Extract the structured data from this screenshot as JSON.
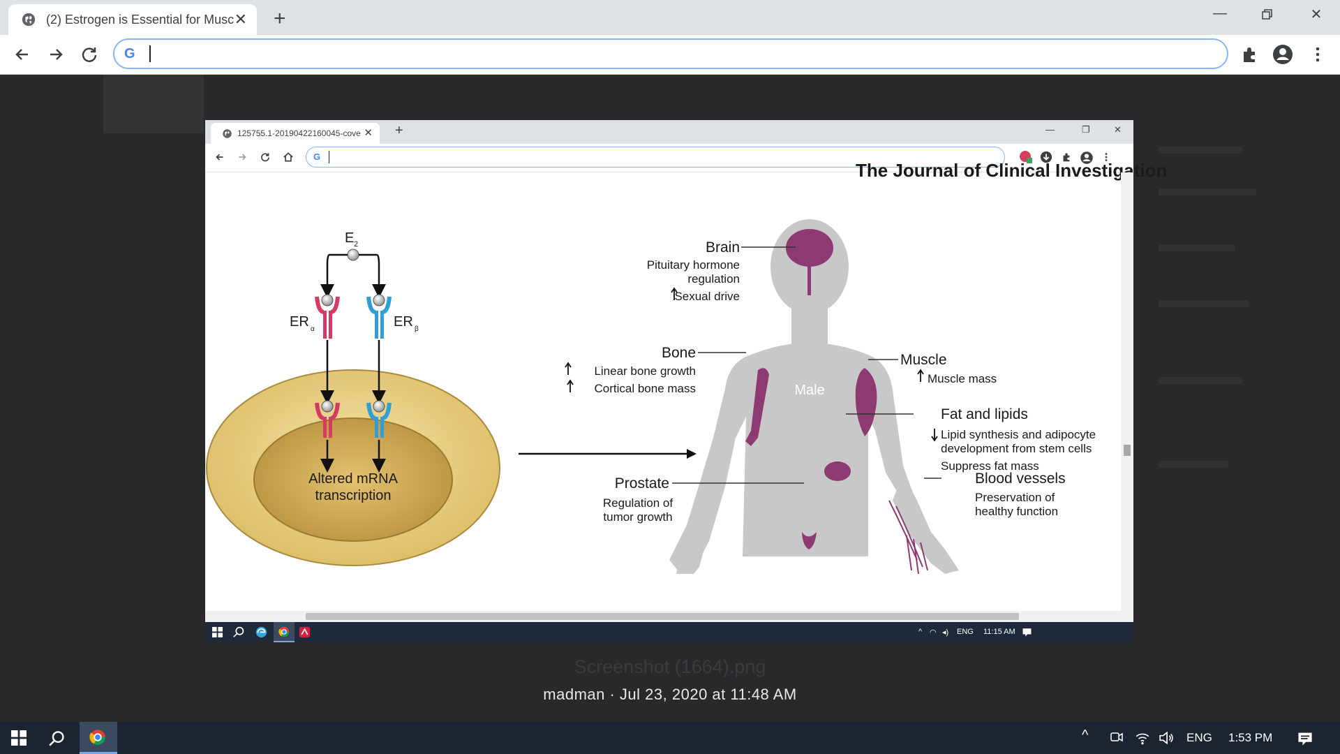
{
  "outer_browser": {
    "tab_title": "(2) Estrogen is Essential for Musc",
    "omnibox_value": ""
  },
  "inner_browser": {
    "tab_title": "125755.1-20190422160045-cove",
    "omnibox_value": ""
  },
  "figure": {
    "header_text": "The Journal of Clinical Investigation",
    "e2_label": "E",
    "e2_sub": "2",
    "era_label": "ER",
    "era_sub": "α",
    "erb_label": "ER",
    "erb_sub": "β",
    "nucleus_line1": "Altered mRNA",
    "nucleus_line2": "transcription",
    "body_label": "Male",
    "organs": {
      "brain": {
        "name": "Brain",
        "line1": "Pituitary hormone",
        "line2": "regulation",
        "line3": "Sexual drive"
      },
      "bone": {
        "name": "Bone",
        "line1": "Linear bone growth",
        "line2": "Cortical bone mass"
      },
      "muscle": {
        "name": "Muscle",
        "line1": "Muscle mass"
      },
      "fat": {
        "name": "Fat and lipids",
        "line1": "Lipid synthesis and adipocyte",
        "line2": "development from stem cells",
        "line3": "Suppress fat mass"
      },
      "prostate": {
        "name": "Prostate",
        "line1": "Regulation of",
        "line2": "tumor growth"
      },
      "vessels": {
        "name": "Blood vessels",
        "line1": "Preservation of",
        "line2": "healthy function"
      }
    },
    "colors": {
      "er_alpha": "#d63a63",
      "er_beta": "#2f9fd6",
      "organ": "#8e3a72",
      "body": "#c8c8c8",
      "cell": "#e7c97a"
    }
  },
  "inner_taskbar": {
    "lang": "ENG",
    "time": "11:15 AM"
  },
  "caption": {
    "filename": "Screenshot (1664).png",
    "meta": "madman · Jul 23, 2020 at 11:48 AM"
  },
  "taskbar": {
    "lang": "ENG",
    "time": "1:53 PM"
  },
  "icons": [
    "globe-icon",
    "close-icon",
    "plus-icon",
    "minimize-icon",
    "restore-icon",
    "back-icon",
    "forward-icon",
    "reload-icon",
    "home-icon",
    "google-icon",
    "extensions-icon",
    "profile-icon",
    "menu-icon",
    "windows-start-icon",
    "search-icon",
    "chrome-icon",
    "edge-icon",
    "notification-icon"
  ]
}
